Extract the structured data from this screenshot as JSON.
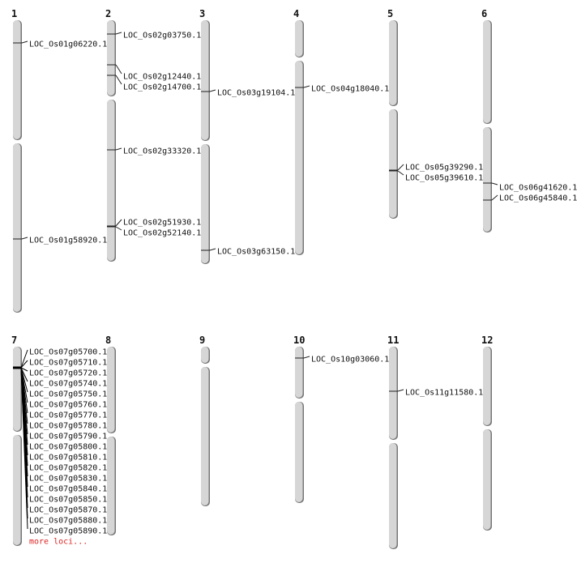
{
  "colors": {
    "chromosome": "#d6d6d6",
    "edge": "#777777",
    "more_link": "#dd2222"
  },
  "chromosomes": [
    {
      "name": "1",
      "genes": [
        "LOC_Os01g06220.1",
        "LOC_Os01g58920.1"
      ]
    },
    {
      "name": "2",
      "genes": [
        "LOC_Os02g03750.1",
        "LOC_Os02g12440.1",
        "LOC_Os02g14700.1",
        "LOC_Os02g33320.1",
        "LOC_Os02g51930.1",
        "LOC_Os02g52140.1"
      ]
    },
    {
      "name": "3",
      "genes": [
        "LOC_Os03g19104.1",
        "LOC_Os03g63150.1"
      ]
    },
    {
      "name": "4",
      "genes": [
        "LOC_Os04g18040.1"
      ]
    },
    {
      "name": "5",
      "genes": [
        "LOC_Os05g39290.1",
        "LOC_Os05g39610.1"
      ]
    },
    {
      "name": "6",
      "genes": [
        "LOC_Os06g41620.1",
        "LOC_Os06g45840.1"
      ]
    },
    {
      "name": "7",
      "genes": [
        "LOC_Os07g05700.1",
        "LOC_Os07g05710.1",
        "LOC_Os07g05720.1",
        "LOC_Os07g05740.1",
        "LOC_Os07g05750.1",
        "LOC_Os07g05760.1",
        "LOC_Os07g05770.1",
        "LOC_Os07g05780.1",
        "LOC_Os07g05790.1",
        "LOC_Os07g05800.1",
        "LOC_Os07g05810.1",
        "LOC_Os07g05820.1",
        "LOC_Os07g05830.1",
        "LOC_Os07g05840.1",
        "LOC_Os07g05850.1",
        "LOC_Os07g05870.1",
        "LOC_Os07g05880.1",
        "LOC_Os07g05890.1"
      ],
      "more": "more loci..."
    },
    {
      "name": "8",
      "genes": []
    },
    {
      "name": "9",
      "genes": []
    },
    {
      "name": "10",
      "genes": [
        "LOC_Os10g03060.1"
      ]
    },
    {
      "name": "11",
      "genes": [
        "LOC_Os11g11580.1"
      ]
    },
    {
      "name": "12",
      "genes": []
    }
  ]
}
